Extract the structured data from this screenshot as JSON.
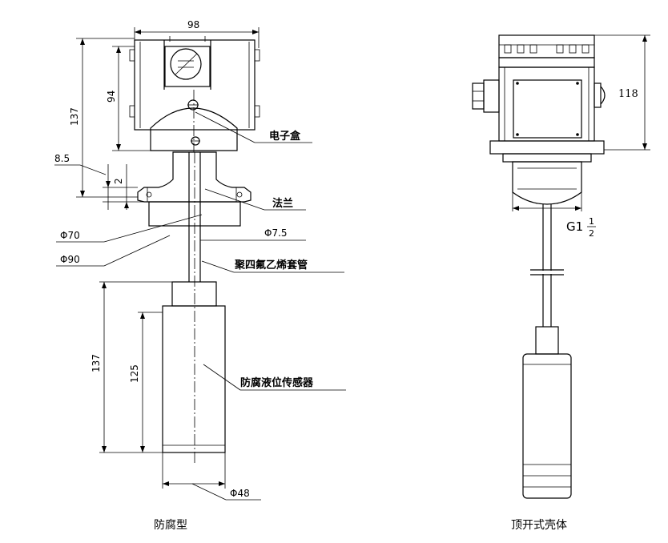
{
  "left_figure": {
    "caption": "防腐型",
    "dims": {
      "top_width": "98",
      "box_height": "94",
      "total_height": "137",
      "d85": "8.5",
      "d2": "2",
      "phi70": "Φ70",
      "phi90": "Φ90",
      "phi75": "Φ7.5",
      "sensor_height": "137",
      "sensor_body": "125",
      "phi48": "Φ48"
    },
    "labels": {
      "electronics_box": "电子盒",
      "flange": "法兰",
      "ptfe_tube": "聚四氟乙烯套管",
      "sensor": "防腐液位传感器"
    }
  },
  "right_figure": {
    "caption": "顶开式壳体",
    "dims": {
      "height": "118",
      "thread_main": "G1",
      "thread_num": "1",
      "thread_den": "2"
    }
  }
}
